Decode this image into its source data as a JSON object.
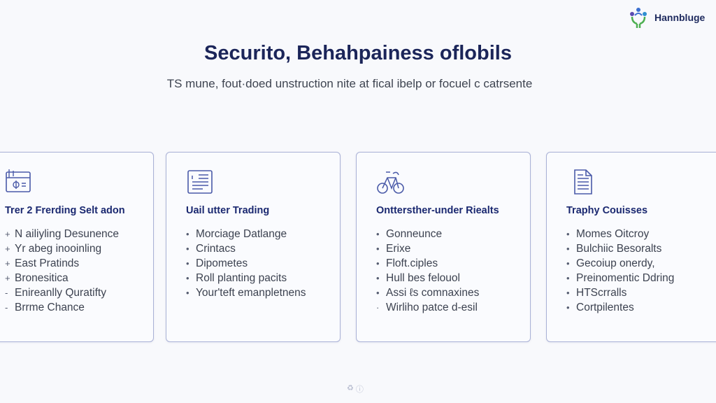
{
  "brand": {
    "name": "Hannbluge",
    "logo_icon": "people-tree-logo"
  },
  "header": {
    "title": "Securito, Behahpainess oflobils",
    "subtitle": "TS mune, fout·doed unstruction nite at fical ibelp or focuel c catrsente"
  },
  "cards": [
    {
      "icon": "folder-dollar-icon",
      "title": "Trer 2 Frerding Selt adon",
      "items": [
        {
          "bullet": "+",
          "text": "N ailiyling Desunence"
        },
        {
          "bullet": "+",
          "text": "Yr abeg inooinling"
        },
        {
          "bullet": "+",
          "text": "East Pratinds"
        },
        {
          "bullet": "+",
          "text": "Bronesitica"
        },
        {
          "bullet": "-",
          "text": "Enireanlly Quratifty"
        },
        {
          "bullet": "-",
          "text": "Brrme Chance"
        }
      ]
    },
    {
      "icon": "document-lines-icon",
      "title": "Uail utter Trading",
      "items": [
        {
          "bullet": "•",
          "text": "Morciage Datlange"
        },
        {
          "bullet": "•",
          "text": "Crintacs"
        },
        {
          "bullet": "•",
          "text": "Dipometes"
        },
        {
          "bullet": "•",
          "text": "Roll planting pacits"
        },
        {
          "bullet": "•",
          "text": "Your'teft emanpletnens"
        }
      ]
    },
    {
      "icon": "bicycle-icon",
      "title": "Onttersther-under Riealts",
      "items": [
        {
          "bullet": "•",
          "text": "Gonneunce"
        },
        {
          "bullet": "•",
          "text": "Erixe"
        },
        {
          "bullet": "•",
          "text": "Floft.ciples"
        },
        {
          "bullet": "•",
          "text": "Hull bes felouol"
        },
        {
          "bullet": "•",
          "text": "Assi ℓs comnaxines"
        },
        {
          "bullet": "·",
          "text": "Wirliho patce d-esil"
        }
      ]
    },
    {
      "icon": "file-text-icon",
      "title": "Traphy Couisses",
      "items": [
        {
          "bullet": "•",
          "text": "Momes Oitcroy"
        },
        {
          "bullet": "•",
          "text": "Bulchiic Besoralts"
        },
        {
          "bullet": "•",
          "text": "Gecoiup onerdy,"
        },
        {
          "bullet": "•",
          "text": "Preinomentic Ddring"
        },
        {
          "bullet": "•",
          "text": "HTScrralls"
        },
        {
          "bullet": "•",
          "text": "Cortpilentes"
        }
      ]
    }
  ],
  "colors": {
    "accent": "#1b2559",
    "card_border": "#a9b1d6",
    "icon": "#4a5aa8"
  }
}
